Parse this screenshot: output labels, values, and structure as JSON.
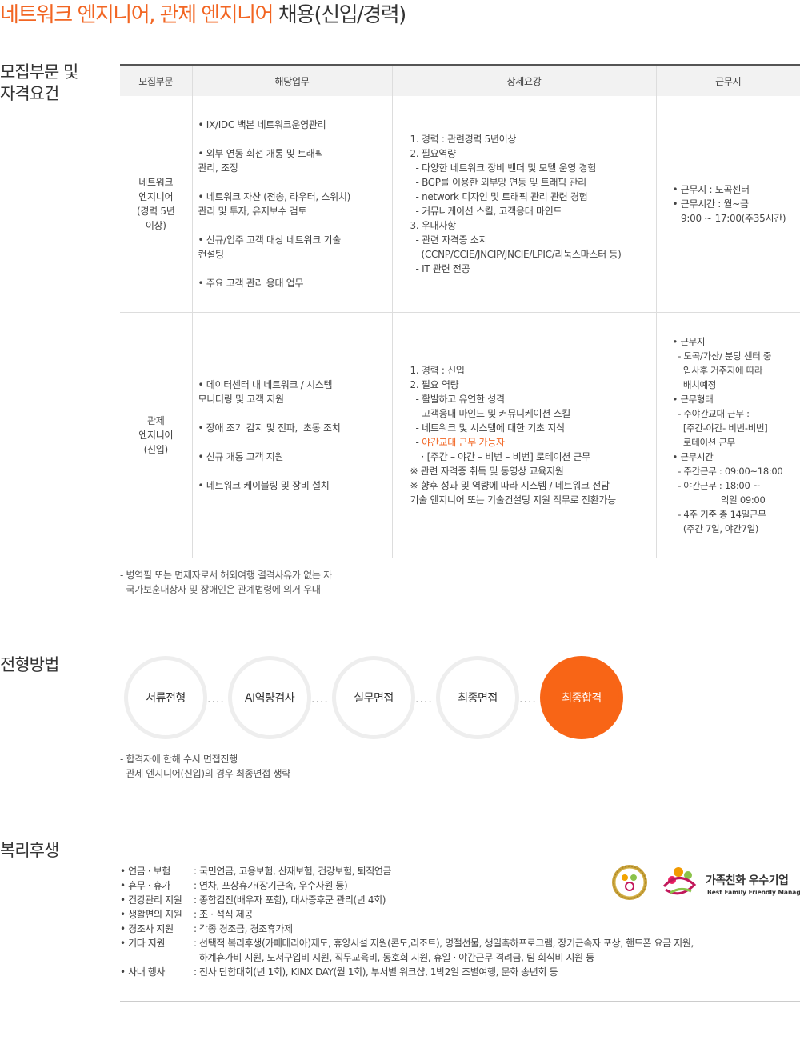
{
  "title": {
    "highlight": "네트워크 엔지니어, 관제 엔지니어",
    "rest": " 채용(신입/경력)"
  },
  "sections": {
    "requirements": [
      "모집부문 및",
      "자격요건"
    ],
    "process": "전형방법",
    "benefits": "복리후생"
  },
  "table": {
    "headers": [
      "모집부문",
      "해당업무",
      "상세요강",
      "근무지"
    ],
    "rows": [
      {
        "position": [
          "네트워크",
          "엔지니어",
          "(경력 5년",
          "이상)"
        ],
        "duties": [
          [
            "• IX/IDC 백본 네트워크운영관리"
          ],
          [
            "• 외부 연동 회선 개통 및 트래픽",
            "관리, 조정"
          ],
          [
            "• 네트워크 자산 (전송, 라우터, 스위치)",
            "관리 및 투자, 유지보수 검토"
          ],
          [
            "• 신규/입주 고객 대상 네트워크 기술",
            "컨설팅"
          ],
          [
            "• 주요 고객 관리 응대 업무"
          ]
        ],
        "details": [
          "1. 경력 : 관련경력 5년이상",
          "",
          "2. 필요역량",
          "  - 다양한 네트워크 장비 벤더 및 모델 운영 경험",
          "  - BGP를 이용한 외부망 연동 및 트래픽 관리",
          "  - network 디자인 및 트래픽 관리 관련 경험",
          "  - 커뮤니케이션 스킬, 고객응대 마인드",
          "",
          "3. 우대사항",
          "  - 관련 자격증 소지",
          "    (CCNP/CCIE/JNCIP/JNCIE/LPIC/리눅스마스터 등)",
          "  - IT 관련 전공"
        ],
        "location": [
          "• 근무지 : 도곡센터",
          "• 근무시간 : 월~금",
          "   9:00 ~ 17:00(주35시간)"
        ]
      },
      {
        "position": [
          "관제",
          "엔지니어",
          "(신입)"
        ],
        "duties": [
          [
            "• 데이터센터 내 네트워크 / 시스템",
            "모니터링 및 고객 지원"
          ],
          [
            "• 장애 조기 감지 및 전파,  초동 조치"
          ],
          [
            "• 신규 개통 고객 지원"
          ],
          [
            "• 네트워크 케이블링 및 장비 설치"
          ]
        ],
        "details_a": [
          "1. 경력 : 신입",
          "",
          "2. 필요 역량",
          "  - 활발하고 유연한 성격",
          "  - 고객응대 마인드 및 커뮤니케이션 스킬",
          "  - 네트워크 및 시스템에 대한 기초 지식"
        ],
        "details_highlight_prefix": "  - ",
        "details_highlight": "야간교대 근무 가능자",
        "details_b": [
          "    · [주간 – 야간 – 비번 – 비번] 로테이션 근무",
          "",
          "※ 관련 자격증 취득 및 동영상 교육지원",
          "※ 향후 성과 및 역량에 따라 시스템 / 네트워크 전담",
          "기술 엔지니어 또는 기술컨설팅 지원 직무로 전환가능"
        ],
        "location": [
          "• 근무지",
          "  - 도곡/가산/ 분당 센터 중",
          "    입사후 거주지에 따라",
          "    배치예정",
          "• 근무형태",
          "  - 주야간교대 근무 :",
          "    [주간-야간- 비번-비번]",
          "    로테이션 근무",
          "• 근무시간",
          "  - 주간근무 : 09:00~18:00",
          "  - 야간근무 : 18:00 ~",
          "                  익일 09:00",
          "  - 4주 기준 총 14일근무",
          "    (주간 7일, 야간7일)"
        ]
      }
    ]
  },
  "req_notes": [
    "- 병역필 또는 면제자로서 해외여행 결격사유가 없는 자",
    "- 국가보훈대상자 및 장애인은 관계법령에 의거 우대"
  ],
  "process_steps": [
    "서류전형",
    "AI역량검사",
    "실무면접",
    "최종면접",
    "최종합격"
  ],
  "process_dots": "····",
  "process_notes": [
    "- 합격자에 한해 수시 면접진행",
    "- 관제 엔지니어(신입)의 경우 최종면접 생략"
  ],
  "benefits": [
    {
      "label": "• 연금 · 보험",
      "value": ": 국민연금, 고용보험, 산재보험, 건강보험, 퇴직연금"
    },
    {
      "label": "• 휴무 · 휴가",
      "value": ": 연차, 포상휴가(장기근속, 우수사원 등)"
    },
    {
      "label": "• 건강관리 지원",
      "value": ": 종합검진(배우자 포함), 대사증후군 관리(년 4회)"
    },
    {
      "label": "• 생활편의 지원",
      "value": ": 조 · 석식 제공"
    },
    {
      "label": "• 경조사 지원",
      "value": ": 각종 경조금, 경조휴가제"
    },
    {
      "label": "• 기타 지원",
      "value": ": 선택적 복리후생(카페테리아)제도, 휴양시설 지원(콘도,리조트), 명절선물, 생일축하프로그램, 장기근속자 포상, 핸드폰 요금 지원,\n  하계휴가비 지원, 도서구입비 지원, 직무교육비, 동호회 지원, 휴일 · 야간근무 격려금, 팀 회식비 지원 등"
    },
    {
      "label": "• 사내 행사",
      "value": ": 전사 단합대회(년 1회), KINX DAY(월 1회), 부서별 워크샵, 1박2일 조별여행, 문화 송년회 등"
    }
  ],
  "certification": {
    "name": "가족친화 우수기업",
    "subtitle": "Best Family Friendly Management"
  },
  "colors": {
    "accent": "#f26522",
    "step_final": "#f86516",
    "step_ring": "#eeeeee",
    "header_bg": "#f2f2f2"
  }
}
